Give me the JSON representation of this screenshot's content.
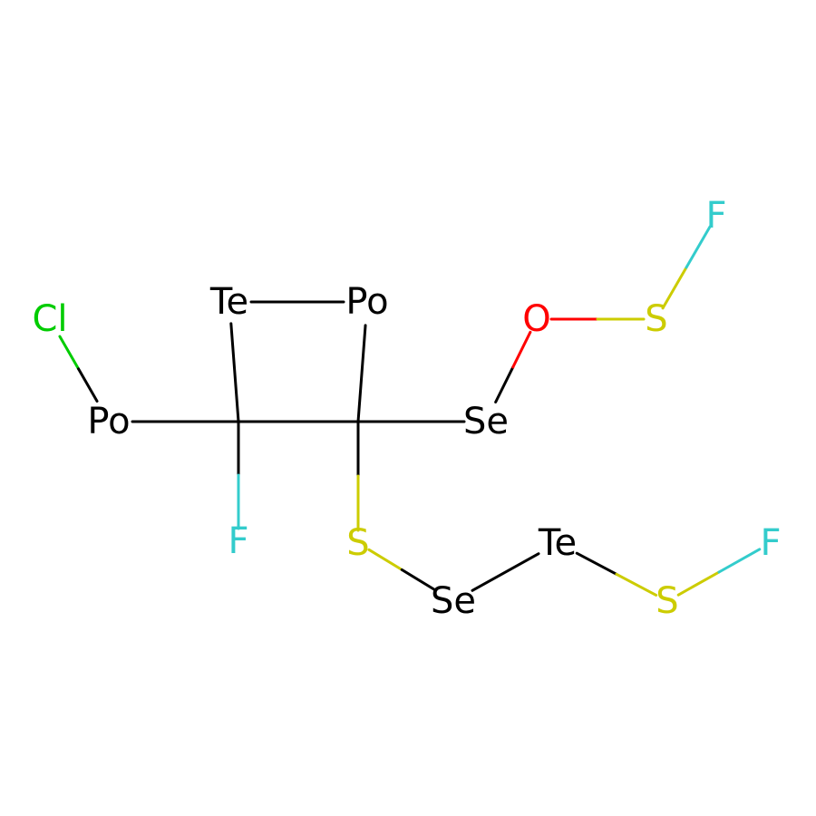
{
  "colors": {
    "C": "#000000",
    "Te": "#000000",
    "Po": "#000000",
    "Se": "#000000",
    "O": "#FF0000",
    "S": "#CCCC00",
    "F": "#33CCCC",
    "Cl": "#00CC00"
  },
  "molecule": {
    "atoms": [
      {
        "id": "c1",
        "element": "C",
        "label": ""
      },
      {
        "id": "c2",
        "element": "C",
        "label": ""
      },
      {
        "id": "te1",
        "element": "Te",
        "label": "Te"
      },
      {
        "id": "po1",
        "element": "Po",
        "label": "Po"
      },
      {
        "id": "po2",
        "element": "Po",
        "label": "Po"
      },
      {
        "id": "cl1",
        "element": "Cl",
        "label": "Cl"
      },
      {
        "id": "f1",
        "element": "F",
        "label": "F"
      },
      {
        "id": "se1",
        "element": "Se",
        "label": "Se"
      },
      {
        "id": "o1",
        "element": "O",
        "label": "O"
      },
      {
        "id": "s1",
        "element": "S",
        "label": "S"
      },
      {
        "id": "f2",
        "element": "F",
        "label": "F"
      },
      {
        "id": "s2",
        "element": "S",
        "label": "S"
      },
      {
        "id": "se2",
        "element": "Se",
        "label": "Se"
      },
      {
        "id": "te2",
        "element": "Te",
        "label": "Te"
      },
      {
        "id": "s3",
        "element": "S",
        "label": "S"
      },
      {
        "id": "f3",
        "element": "F",
        "label": "F"
      }
    ],
    "bonds": [
      {
        "a": "c1",
        "b": "te1"
      },
      {
        "a": "te1",
        "b": "po1"
      },
      {
        "a": "po1",
        "b": "c2"
      },
      {
        "a": "c1",
        "b": "c2"
      },
      {
        "a": "po2",
        "b": "c1"
      },
      {
        "a": "cl1",
        "b": "po2"
      },
      {
        "a": "c1",
        "b": "f1"
      },
      {
        "a": "c2",
        "b": "se1"
      },
      {
        "a": "se1",
        "b": "o1"
      },
      {
        "a": "o1",
        "b": "s1"
      },
      {
        "a": "s1",
        "b": "f2"
      },
      {
        "a": "c2",
        "b": "s2"
      },
      {
        "a": "s2",
        "b": "se2"
      },
      {
        "a": "se2",
        "b": "te2"
      },
      {
        "a": "te2",
        "b": "s3"
      },
      {
        "a": "s3",
        "b": "f3"
      }
    ]
  }
}
